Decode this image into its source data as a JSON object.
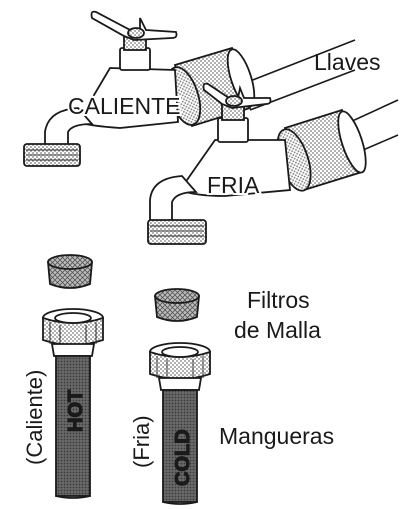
{
  "labels": {
    "faucets": "Llaves",
    "hot_faucet": "CALIENTE",
    "cold_faucet": "FRIA",
    "filters_line1": "Filtros",
    "filters_line2": "de Malla",
    "hoses": "Mangueras",
    "hot_hose_vertical": "(Caliente)",
    "hot_hose_text": "HOT",
    "cold_hose_vertical": "(Fria)",
    "cold_hose_text": "COLD"
  },
  "colors": {
    "line": "#1a1a1a",
    "hatch": "#8a8a8a",
    "hose": "#5a5a5a"
  }
}
